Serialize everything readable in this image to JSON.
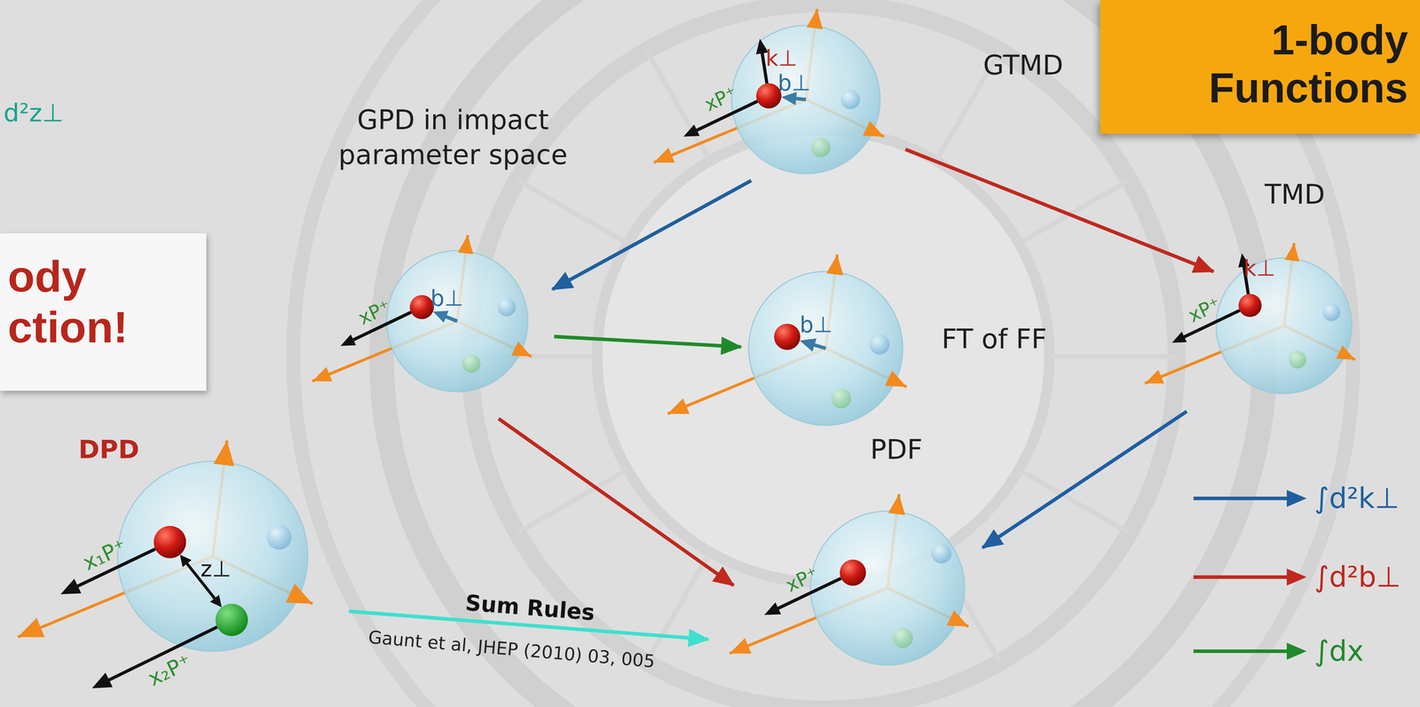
{
  "diagram": {
    "nodes": [
      {
        "text": [
          "GTMD"
        ]
      },
      {
        "text": [
          "1-body Functions"
        ]
      },
      {
        "text": [
          "GPD in impact parameter space"
        ]
      },
      {
        "text": [
          "TMD"
        ]
      },
      {
        "text": [
          "ody ction!"
        ]
      },
      {
        "text": [
          "FT of FF"
        ]
      },
      {
        "text": [
          "DPD"
        ]
      },
      {
        "text": [
          "PDF"
        ]
      }
    ],
    "edges": [
      {
        "from": 0,
        "to": 2,
        "arrow": "to"
      },
      {
        "from": 0,
        "to": 3,
        "arrow": "to"
      },
      {
        "from": 2,
        "to": 5,
        "arrow": "to"
      },
      {
        "from": 2,
        "to": 7,
        "arrow": "to"
      },
      {
        "from": 3,
        "to": 7,
        "arrow": "to"
      },
      {
        "from": 6,
        "to": 7,
        "label": "Sum Rules",
        "arrow": "to"
      }
    ],
    "labels": [
      "d²z⊥",
      "k⊥",
      "xP⁺",
      "b⊥",
      "b⊥",
      "xP⁺",
      "k⊥",
      "xP⁺",
      "b⊥",
      "xP⁺",
      "x₁P⁺",
      "z⊥",
      "Gaunt et al, JHEP (2010) 03, 005",
      "x₂P⁺"
    ],
    "legend": [
      {
        "text": "∫d²k⊥"
      },
      {
        "text": "∫d²b⊥"
      },
      {
        "text": "∫dx"
      }
    ]
  }
}
